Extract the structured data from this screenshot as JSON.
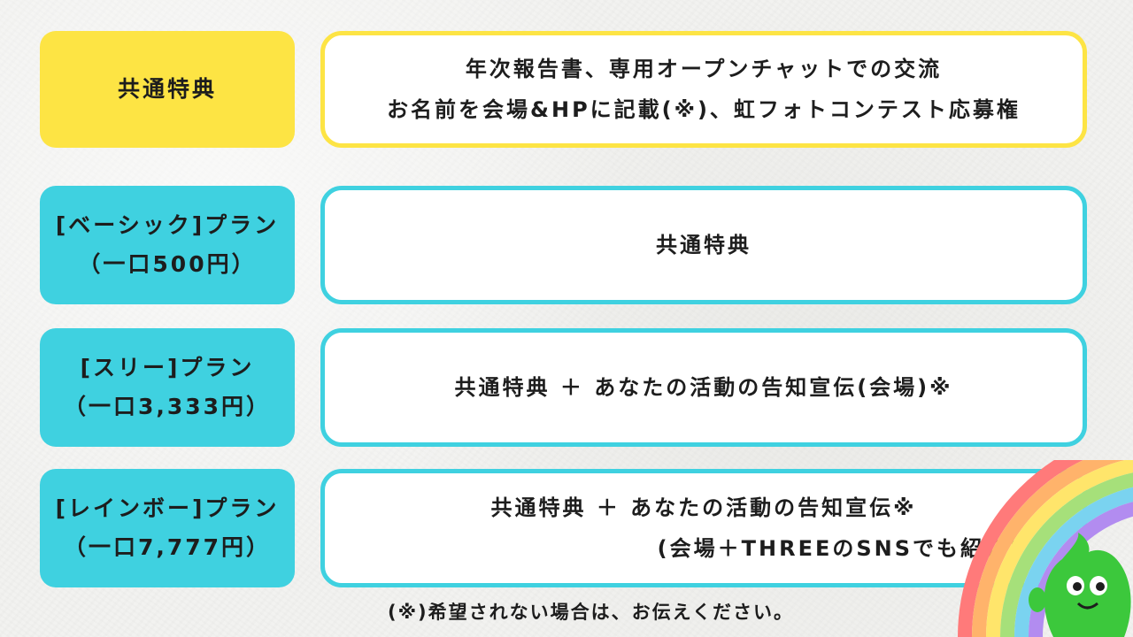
{
  "plans": [
    {
      "label_lines": [
        "共通特典"
      ],
      "desc_lines": [
        "年次報告書、専用オープンチャットでの交流",
        "お名前を会場&HPに記載(※)、虹フォトコンテスト応募権"
      ]
    },
    {
      "label_lines": [
        "[ベーシック]プラン",
        "（一口500円）"
      ],
      "desc_lines": [
        "共通特典"
      ]
    },
    {
      "label_lines": [
        "[スリー]プラン",
        "（一口3,333円）"
      ],
      "desc_lines": [
        "共通特典 ＋ あなたの活動の告知宣伝(会場)※"
      ]
    },
    {
      "label_lines": [
        "[レインボー]プラン",
        "（一口7,777円）"
      ],
      "desc_lines": [
        "共通特典 ＋ あなたの活動の告知宣伝※",
        "(会場＋THREEのSNSでも紹介)"
      ]
    }
  ],
  "footnote": "(※)希望されない場合は、お伝えください。",
  "colors": {
    "yellow": "#fde444",
    "cyan": "#3fd1e0",
    "mascot_green": "#3cc83c"
  },
  "decor": {
    "rainbow_icon": "rainbow-icon",
    "mascot_icon": "green-mascot-icon"
  }
}
